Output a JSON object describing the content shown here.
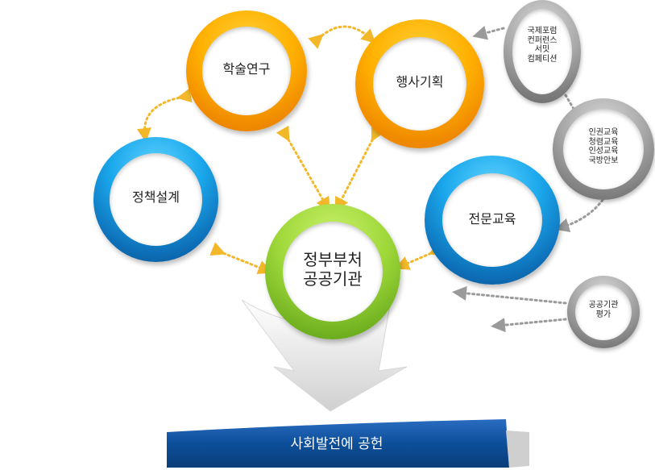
{
  "nodes": {
    "academic_research": "학술연구",
    "event_planning": "행사기획",
    "policy_design": "정책설계",
    "specialized_education": "전문교육",
    "center": "정부부처\n공공기관",
    "gray_events": "국제포럼\n컨퍼런스\n서밋\n컴페티션",
    "gray_education": "인권교육\n청렴교육\n인성교육\n국방안보",
    "gray_evaluation": "공공기관\n평가"
  },
  "banner": {
    "text": "사회발전에 공헌"
  },
  "colors": {
    "orange": "#ffb000",
    "blue": "#1ba8ec",
    "green": "#9fd83a",
    "gray": "#a8a8a8",
    "banner": "#0d4f9a",
    "arrow_orange": "#f2b82a",
    "arrow_gray": "#9a9a9a"
  }
}
